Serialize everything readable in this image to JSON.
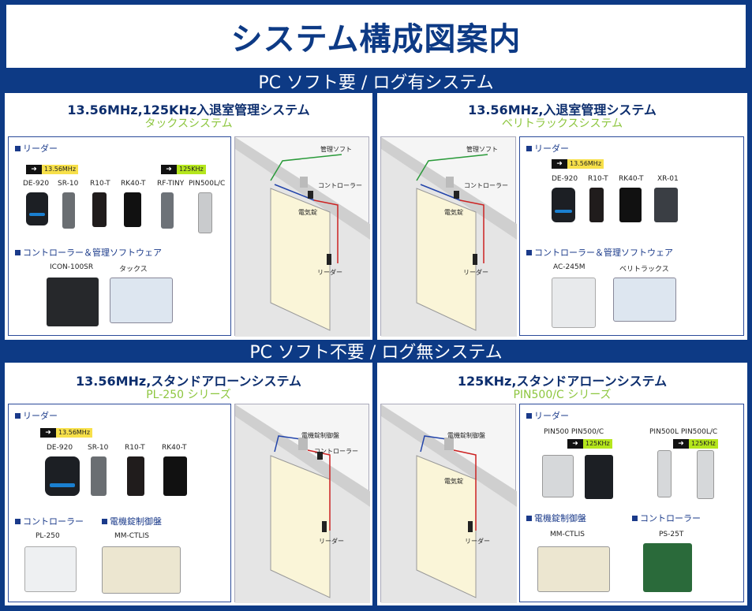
{
  "title": "システム構成図案内",
  "band_top": "PC ソフト要 / ログ有システム",
  "band_bottom": "PC ソフト不要 / ログ無システム",
  "panels": {
    "p1": {
      "heading": "13.56MHz,125KHz入退室管理システム",
      "subheading": "タックスシステム",
      "reader_label": "リーダー",
      "freq_a": "13.56MHz",
      "freq_b": "125KHz",
      "readers": [
        "DE-920",
        "SR-10",
        "R10-T",
        "RK40-T",
        "RF-TINY",
        "PIN500L/C"
      ],
      "ctrl_label": "コントローラー＆管理ソフトウェア",
      "ctrl_items": [
        "ICON-100SR",
        "タックス"
      ],
      "diagram": {
        "software": "管理ソフト",
        "controller": "コントローラー",
        "lock": "電気錠",
        "reader": "リーダー"
      }
    },
    "p2": {
      "heading": "13.56MHz,入退室管理システム",
      "subheading": "ベリトラックスシステム",
      "reader_label": "リーダー",
      "freq_a": "13.56MHz",
      "readers": [
        "DE-920",
        "R10-T",
        "RK40-T",
        "XR-01"
      ],
      "ctrl_label": "コントローラー＆管理ソフトウェア",
      "ctrl_items": [
        "AC-245M",
        "ベリトラックス"
      ],
      "diagram": {
        "software": "管理ソフト",
        "controller": "コントローラー",
        "lock": "電気錠",
        "reader": "リーダー"
      }
    },
    "p3": {
      "heading": "13.56MHz,スタンドアローンシステム",
      "subheading": "PL-250 シリーズ",
      "reader_label": "リーダー",
      "freq_a": "13.56MHz",
      "readers": [
        "DE-920",
        "SR-10",
        "R10-T",
        "RK40-T"
      ],
      "ctrl_label": "コントローラー",
      "ctrl2_label": "電機錠制御盤",
      "ctrl_items": [
        "PL-250",
        "MM-CTLIS"
      ],
      "diagram": {
        "panel": "電機錠制御盤",
        "controller": "コントローラー",
        "reader": "リーダー"
      }
    },
    "p4": {
      "heading": "125KHz,スタンドアローンシステム",
      "subheading": "PIN500/C シリーズ",
      "reader_label": "リーダー",
      "freq_b": "125KHz",
      "reader_group_a": "PIN500  PIN500/C",
      "reader_group_b": "PIN500L PIN500L/C",
      "ctrl2_label": "電機錠制御盤",
      "ctrl_label": "コントローラー",
      "ctrl_items": [
        "MM-CTLIS",
        "PS-25T"
      ],
      "diagram": {
        "panel": "電機錠制御盤",
        "lock": "電気錠",
        "reader": "リーダー"
      }
    }
  },
  "colors": {
    "navy": "#0d3a85",
    "green": "#8dc63f",
    "yellow": "#f7e04a",
    "lime": "#b5e61d"
  }
}
